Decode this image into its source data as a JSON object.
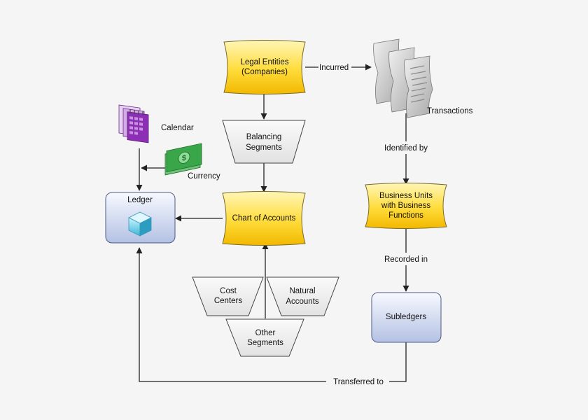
{
  "nodes": {
    "legal_entities": [
      "Legal Entities",
      "(Companies)"
    ],
    "balancing_segments": [
      "Balancing",
      "Segments"
    ],
    "chart_of_accounts": "Chart of Accounts",
    "ledger": "Ledger",
    "cost_centers": [
      "Cost",
      "Centers"
    ],
    "natural_accounts": [
      "Natural",
      "Accounts"
    ],
    "other_segments": [
      "Other",
      "Segments"
    ],
    "business_units": [
      "Business Units",
      "with Business",
      "Functions"
    ],
    "subledgers": "Subledgers"
  },
  "icons": {
    "calendar": "Calendar",
    "currency": "Currency",
    "transactions": "Transactions",
    "ledger_icon": "database-cube-icon"
  },
  "edge_labels": {
    "incurred": "Incurred",
    "identified_by": "Identified by",
    "recorded_in": "Recorded in",
    "transferred_to": "Transferred to"
  },
  "colors": {
    "yellow_top": "#fff3a8",
    "yellow_bottom": "#f5c400",
    "blue_top": "#f4f7ff",
    "blue_bottom": "#b9c6e6",
    "gray_shape": "#ededed",
    "calendar_purple": "#8d2fb5",
    "money_green": "#3aa64a",
    "paper_gray": "#c8c8c8"
  }
}
